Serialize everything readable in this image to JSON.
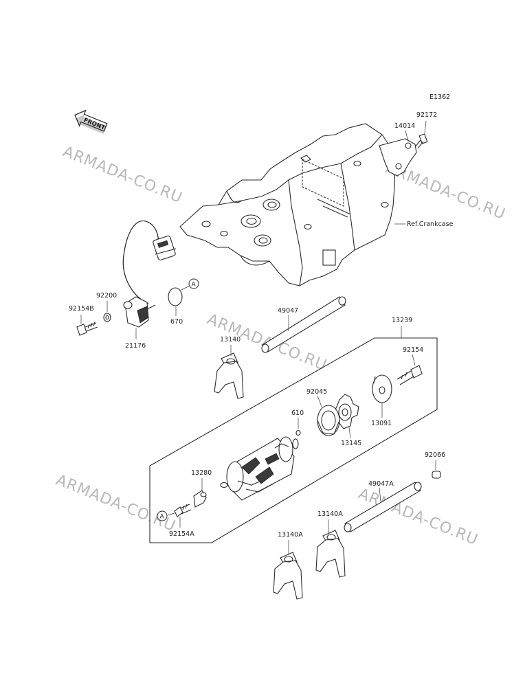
{
  "diagram": {
    "code": "E1362",
    "front_label": "FRONT",
    "ref_note": "Ref.Crankcase",
    "watermark": "ARMADA-CO.RU",
    "circle_ref": "A",
    "parts": {
      "p14014": "14014",
      "p92172": "92172",
      "p92200": "92200",
      "p92154B": "92154B",
      "p21176": "21176",
      "p670": "670",
      "p49047": "49047",
      "p13239": "13239",
      "p13140": "13140",
      "p92154": "92154",
      "p92045": "92045",
      "p610": "610",
      "p13091": "13091",
      "p13145": "13145",
      "p13280": "13280",
      "p92154A": "92154A",
      "p92066": "92066",
      "p49047A": "49047A",
      "p13140A_1": "13140A",
      "p13140A_2": "13140A"
    }
  }
}
